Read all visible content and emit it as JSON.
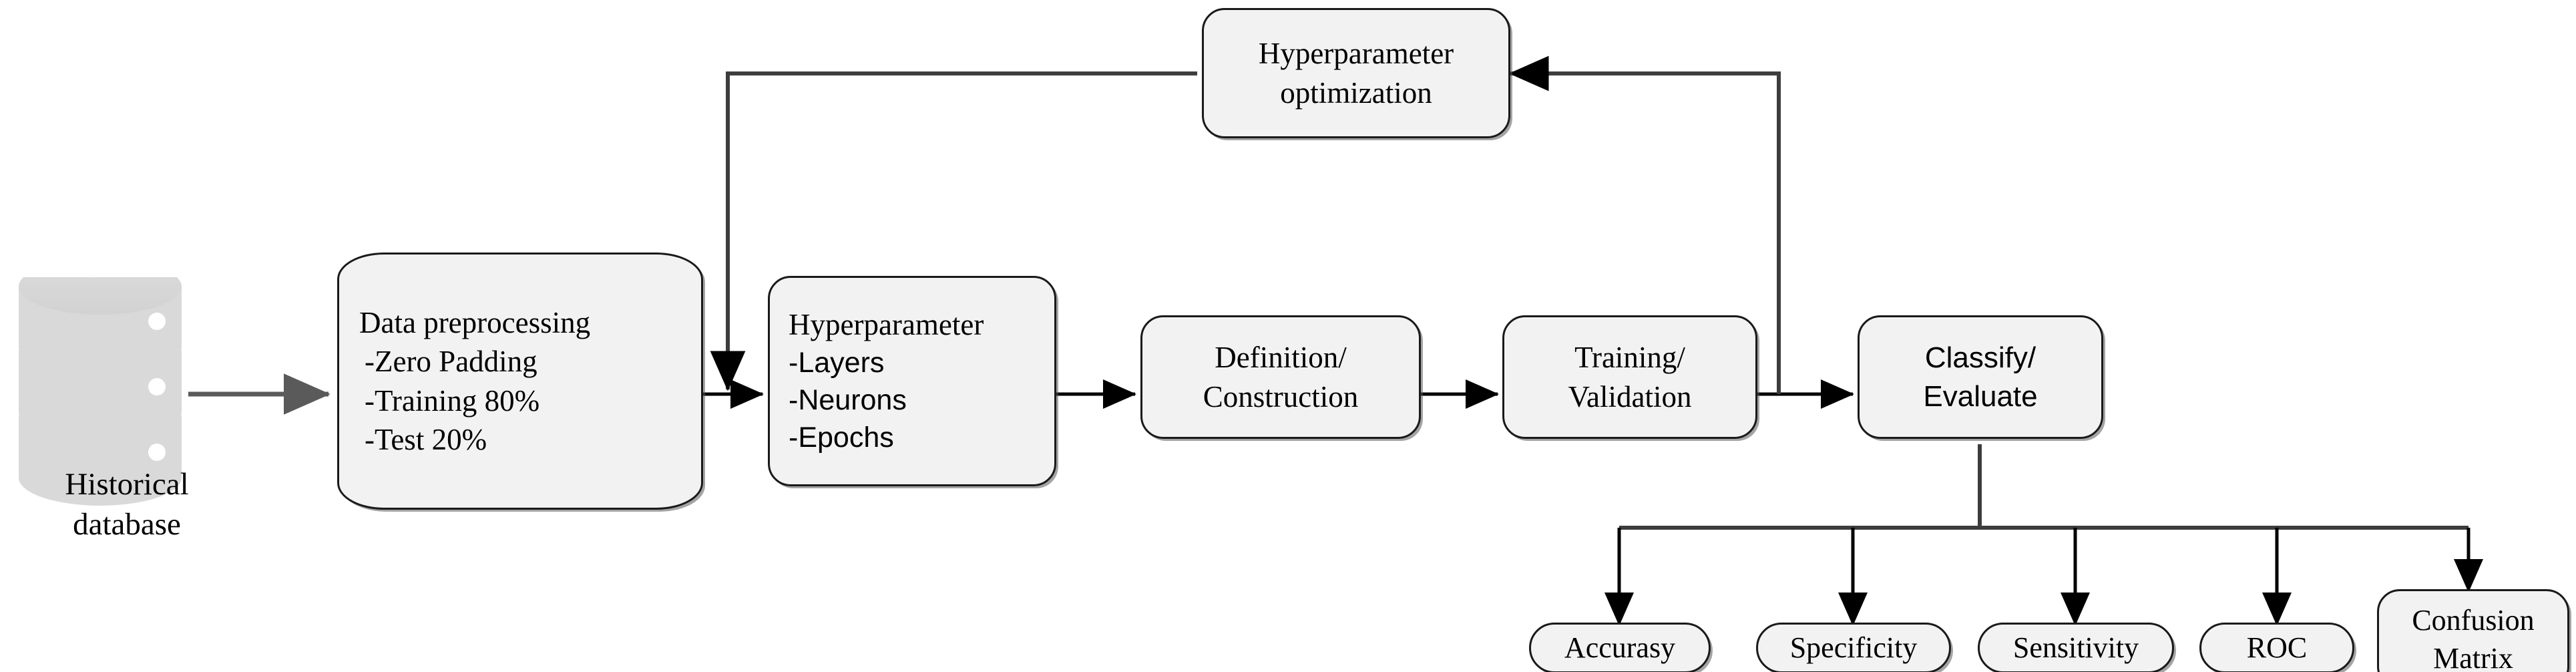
{
  "diagram": {
    "title": "Deep learning model development pipeline",
    "colors": {
      "box_fill": "#f2f2f2",
      "box_border": "#1a1a1a",
      "db_fill": "#d9d9d9",
      "arrow": "#000000",
      "background": "#ffffff"
    }
  },
  "database": {
    "caption_line1": "Historical",
    "caption_line2": "database",
    "icon": "database-cylinder-icon",
    "tiers": 3
  },
  "nodes": {
    "preprocessing": {
      "lines": [
        "Data preprocessing",
        "-Zero Padding",
        "-Training 80%",
        "-Test 20%"
      ]
    },
    "hyperparameter": {
      "lines": [
        "Hyperparameter",
        "-Layers",
        "-Neurons",
        "-Epochs"
      ]
    },
    "definition": {
      "lines": [
        "Definition/",
        "Construction"
      ]
    },
    "training": {
      "lines": [
        "Training/",
        "Validation"
      ]
    },
    "classify": {
      "lines": [
        "Classify/",
        "Evaluate"
      ]
    },
    "optimization": {
      "lines": [
        "Hyperparameter",
        "optimization"
      ]
    }
  },
  "metrics": [
    {
      "id": "accurasy",
      "lines": [
        "Accurasy"
      ]
    },
    {
      "id": "specificity",
      "lines": [
        "Specificity"
      ]
    },
    {
      "id": "sensitivity",
      "lines": [
        "Sensitivity"
      ]
    },
    {
      "id": "roc",
      "lines": [
        "ROC"
      ]
    },
    {
      "id": "confusion",
      "lines": [
        "Confusion",
        "Matrix"
      ]
    }
  ],
  "edges": [
    {
      "from": "database",
      "to": "preprocessing",
      "type": "straight-right"
    },
    {
      "from": "preprocessing",
      "to": "hyperparameter",
      "type": "straight-right"
    },
    {
      "from": "hyperparameter",
      "to": "definition",
      "type": "straight-right"
    },
    {
      "from": "definition",
      "to": "training",
      "type": "straight-right"
    },
    {
      "from": "training",
      "to": "classify",
      "type": "straight-right"
    },
    {
      "from": "training",
      "to": "optimization",
      "type": "feedback-up-left"
    },
    {
      "from": "optimization",
      "to": "hyperparameter",
      "type": "feedback-left-down"
    },
    {
      "from": "classify",
      "to": "accurasy",
      "type": "bus-down"
    },
    {
      "from": "classify",
      "to": "specificity",
      "type": "bus-down"
    },
    {
      "from": "classify",
      "to": "sensitivity",
      "type": "bus-down"
    },
    {
      "from": "classify",
      "to": "roc",
      "type": "bus-down"
    },
    {
      "from": "classify",
      "to": "confusion",
      "type": "bus-down"
    }
  ]
}
